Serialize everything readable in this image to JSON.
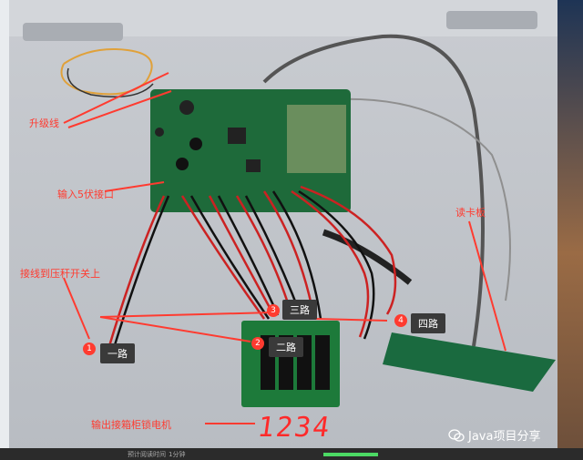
{
  "annotations": {
    "upgrade_wire": "升级线",
    "input_5v": "输入5伏接口",
    "connect_to_switch": "接线到压秆开关上",
    "card_reader": "读卡板",
    "output_to_lock": "输出接箱柜锁电机"
  },
  "channels": [
    {
      "num": "1",
      "label": "一路"
    },
    {
      "num": "2",
      "label": "二路"
    },
    {
      "num": "3",
      "label": "三路"
    },
    {
      "num": "4",
      "label": "四路"
    }
  ],
  "handwriting": "1234",
  "watermark": "Java项目分享",
  "bottom": {
    "reading_time_label": "预计阅读时间",
    "reading_time_value": "1分钟"
  }
}
